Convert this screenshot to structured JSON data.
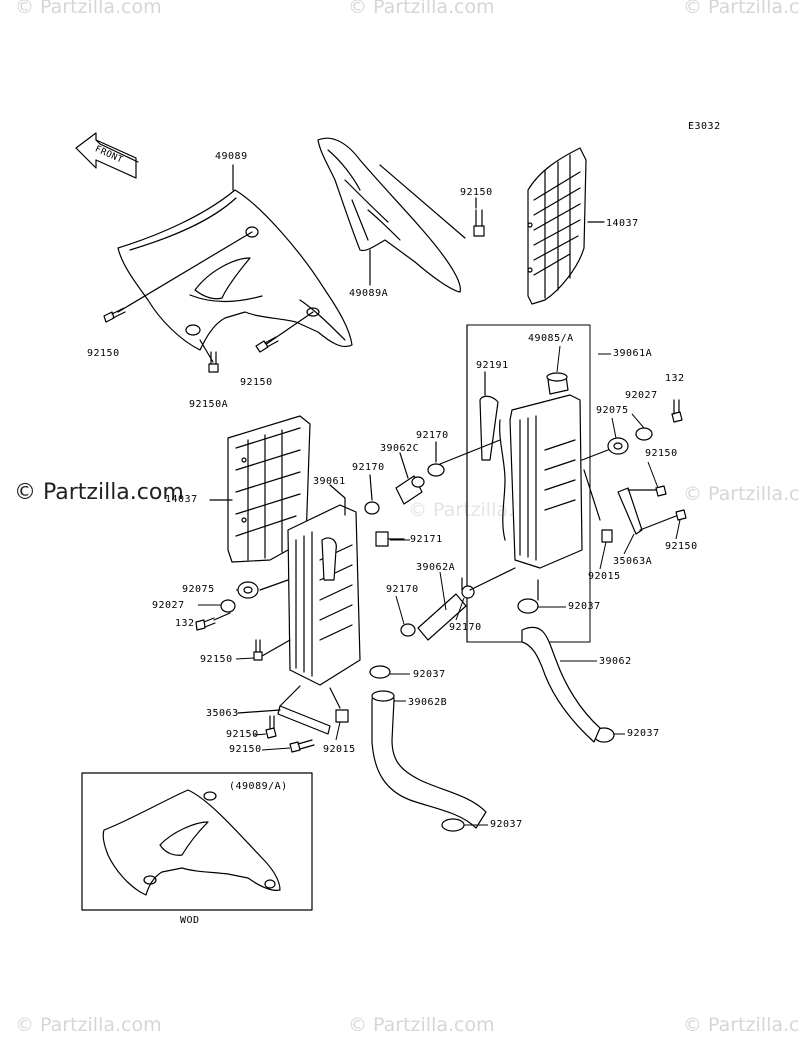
{
  "watermark": {
    "text": "© Partzilla.com",
    "main_text": "© Partzilla.com"
  },
  "diagram": {
    "code": "E3032",
    "front_label": "FRONT",
    "inset_title": "(49089/A)",
    "inset_footer": "WOD"
  },
  "part_labels": [
    "49089",
    "49089A",
    "92150",
    "14037",
    "92150",
    "92150A",
    "92150",
    "49085/A",
    "39061A",
    "92191",
    "132",
    "92027",
    "92075",
    "92170",
    "39062C",
    "92170",
    "92150",
    "92150",
    "35063A",
    "92015",
    "14037",
    "39061",
    "92171",
    "39062A",
    "92037",
    "92170",
    "92170",
    "92075",
    "92027",
    "132",
    "92150",
    "92037",
    "39062",
    "35063",
    "39062B",
    "92150",
    "92150",
    "92015",
    "92037",
    "92037"
  ]
}
